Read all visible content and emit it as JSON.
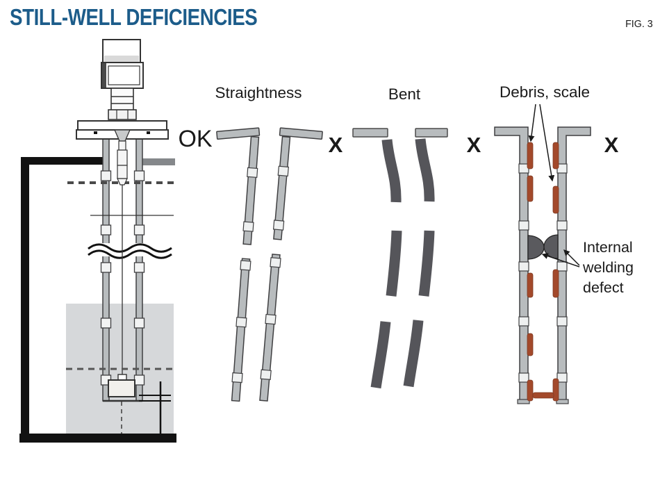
{
  "header": {
    "title": "STILL-WELL DEFICIENCIES",
    "fig_label": "FIG. 3"
  },
  "colors": {
    "title_blue": "#1c5c8a",
    "ok_green": "#3a9431",
    "x_red": "#d7182b",
    "pipe_light_gray": "#b8bcbe",
    "pipe_dark_gray": "#55555a",
    "debris_rust": "#a3492b",
    "weld_defect_gray": "#5a5a5e",
    "liquid_gray": "#d6d8da",
    "line_black": "#1a1a1a"
  },
  "reference_well": {
    "verdict": "OK"
  },
  "panels": [
    {
      "id": "straightness",
      "label": "Straightness",
      "verdict": "X"
    },
    {
      "id": "bent",
      "label": "Bent",
      "verdict": "X"
    },
    {
      "id": "debris",
      "label": "Debris, scale",
      "verdict": "X"
    }
  ],
  "callouts": {
    "internal_welding_defect": {
      "line1": "Internal",
      "line2": "welding",
      "line3": "defect"
    }
  }
}
